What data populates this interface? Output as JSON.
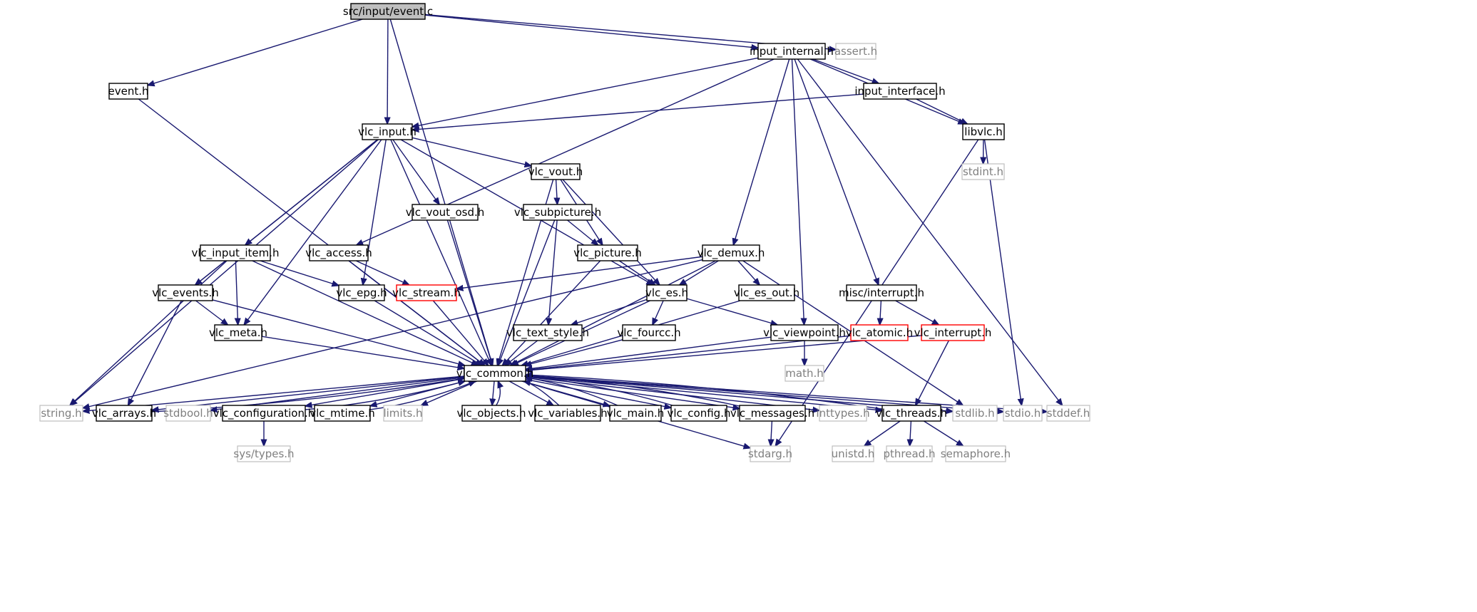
{
  "graph": {
    "root": "src/input/event.c",
    "colors": {
      "edge": "#191970",
      "root_fill": "#bfbfbf",
      "external_border": "#bfbfbf",
      "incomplete_border": "#ff0000"
    },
    "nodes": [
      {
        "id": "event_c",
        "label": "src/input/event.c",
        "style": "root"
      },
      {
        "id": "assert_h",
        "label": "assert.h",
        "style": "grey"
      },
      {
        "id": "input_internal_h",
        "label": "input_internal.h",
        "style": "black"
      },
      {
        "id": "event_h",
        "label": "event.h",
        "style": "black"
      },
      {
        "id": "input_interface_h",
        "label": "input_interface.h",
        "style": "black"
      },
      {
        "id": "vlc_input_h",
        "label": "vlc_input.h",
        "style": "black"
      },
      {
        "id": "libvlc_h",
        "label": "libvlc.h",
        "style": "black"
      },
      {
        "id": "stdint_h",
        "label": "stdint.h",
        "style": "grey"
      },
      {
        "id": "vlc_vout_h",
        "label": "vlc_vout.h",
        "style": "black"
      },
      {
        "id": "vlc_vout_osd_h",
        "label": "vlc_vout_osd.h",
        "style": "black"
      },
      {
        "id": "vlc_subpicture_h",
        "label": "vlc_subpicture.h",
        "style": "black"
      },
      {
        "id": "vlc_input_item_h",
        "label": "vlc_input_item.h",
        "style": "black"
      },
      {
        "id": "vlc_access_h",
        "label": "vlc_access.h",
        "style": "black"
      },
      {
        "id": "vlc_picture_h",
        "label": "vlc_picture.h",
        "style": "black"
      },
      {
        "id": "vlc_demux_h",
        "label": "vlc_demux.h",
        "style": "black"
      },
      {
        "id": "vlc_events_h",
        "label": "vlc_events.h",
        "style": "black"
      },
      {
        "id": "vlc_epg_h",
        "label": "vlc_epg.h",
        "style": "black"
      },
      {
        "id": "vlc_stream_h",
        "label": "vlc_stream.h",
        "style": "red"
      },
      {
        "id": "vlc_es_h",
        "label": "vlc_es.h",
        "style": "black"
      },
      {
        "id": "vlc_es_out_h",
        "label": "vlc_es_out.h",
        "style": "black"
      },
      {
        "id": "misc_interrupt_h",
        "label": "misc/interrupt.h",
        "style": "black"
      },
      {
        "id": "vlc_meta_h",
        "label": "vlc_meta.h",
        "style": "black"
      },
      {
        "id": "vlc_text_style_h",
        "label": "vlc_text_style.h",
        "style": "black"
      },
      {
        "id": "vlc_fourcc_h",
        "label": "vlc_fourcc.h",
        "style": "black"
      },
      {
        "id": "vlc_viewpoint_h",
        "label": "vlc_viewpoint.h",
        "style": "black"
      },
      {
        "id": "vlc_atomic_h",
        "label": "vlc_atomic.h",
        "style": "red"
      },
      {
        "id": "vlc_interrupt_h",
        "label": "vlc_interrupt.h",
        "style": "red"
      },
      {
        "id": "math_h",
        "label": "math.h",
        "style": "grey"
      },
      {
        "id": "vlc_common_h",
        "label": "vlc_common.h",
        "style": "black"
      },
      {
        "id": "string_h",
        "label": "string.h",
        "style": "grey"
      },
      {
        "id": "vlc_arrays_h",
        "label": "vlc_arrays.h",
        "style": "black"
      },
      {
        "id": "stdbool_h",
        "label": "stdbool.h",
        "style": "grey"
      },
      {
        "id": "vlc_configuration_h",
        "label": "vlc_configuration.h",
        "style": "black"
      },
      {
        "id": "vlc_mtime_h",
        "label": "vlc_mtime.h",
        "style": "black"
      },
      {
        "id": "limits_h",
        "label": "limits.h",
        "style": "grey"
      },
      {
        "id": "vlc_objects_h",
        "label": "vlc_objects.h",
        "style": "black"
      },
      {
        "id": "vlc_variables_h",
        "label": "vlc_variables.h",
        "style": "black"
      },
      {
        "id": "vlc_main_h",
        "label": "vlc_main.h",
        "style": "black"
      },
      {
        "id": "vlc_config_h",
        "label": "vlc_config.h",
        "style": "black"
      },
      {
        "id": "vlc_messages_h",
        "label": "vlc_messages.h",
        "style": "black"
      },
      {
        "id": "inttypes_h",
        "label": "inttypes.h",
        "style": "grey"
      },
      {
        "id": "vlc_threads_h",
        "label": "vlc_threads.h",
        "style": "black"
      },
      {
        "id": "stdlib_h",
        "label": "stdlib.h",
        "style": "grey"
      },
      {
        "id": "stdio_h",
        "label": "stdio.h",
        "style": "grey"
      },
      {
        "id": "stddef_h",
        "label": "stddef.h",
        "style": "grey"
      },
      {
        "id": "sys_types_h",
        "label": "sys/types.h",
        "style": "grey"
      },
      {
        "id": "stdarg_h",
        "label": "stdarg.h",
        "style": "grey"
      },
      {
        "id": "unistd_h",
        "label": "unistd.h",
        "style": "grey"
      },
      {
        "id": "pthread_h",
        "label": "pthread.h",
        "style": "grey"
      },
      {
        "id": "semaphore_h",
        "label": "semaphore.h",
        "style": "grey"
      }
    ],
    "edges": [
      [
        "event_c",
        "assert_h"
      ],
      [
        "event_c",
        "input_internal_h"
      ],
      [
        "event_c",
        "event_h"
      ],
      [
        "event_c",
        "vlc_input_h"
      ],
      [
        "event_c",
        "vlc_common_h"
      ],
      [
        "event_h",
        "vlc_common_h"
      ],
      [
        "input_internal_h",
        "vlc_access_h"
      ],
      [
        "input_internal_h",
        "vlc_input_h"
      ],
      [
        "input_internal_h",
        "input_interface_h"
      ],
      [
        "input_internal_h",
        "libvlc_h"
      ],
      [
        "input_internal_h",
        "vlc_demux_h"
      ],
      [
        "input_internal_h",
        "vlc_viewpoint_h"
      ],
      [
        "input_internal_h",
        "misc_interrupt_h"
      ],
      [
        "input_internal_h",
        "stddef_h"
      ],
      [
        "input_interface_h",
        "vlc_input_h"
      ],
      [
        "input_interface_h",
        "libvlc_h"
      ],
      [
        "libvlc_h",
        "stdint_h"
      ],
      [
        "libvlc_h",
        "stdio_h"
      ],
      [
        "libvlc_h",
        "stdarg_h"
      ],
      [
        "vlc_input_h",
        "vlc_vout_h"
      ],
      [
        "vlc_input_h",
        "vlc_vout_osd_h"
      ],
      [
        "vlc_input_h",
        "vlc_input_item_h"
      ],
      [
        "vlc_input_h",
        "vlc_events_h"
      ],
      [
        "vlc_input_h",
        "vlc_epg_h"
      ],
      [
        "vlc_input_h",
        "vlc_meta_h"
      ],
      [
        "vlc_input_h",
        "vlc_es_h"
      ],
      [
        "vlc_input_h",
        "vlc_common_h"
      ],
      [
        "vlc_input_h",
        "string_h"
      ],
      [
        "vlc_vout_h",
        "vlc_subpicture_h"
      ],
      [
        "vlc_vout_h",
        "vlc_picture_h"
      ],
      [
        "vlc_vout_h",
        "vlc_es_h"
      ],
      [
        "vlc_vout_h",
        "vlc_common_h"
      ],
      [
        "vlc_vout_osd_h",
        "vlc_common_h"
      ],
      [
        "vlc_subpicture_h",
        "vlc_picture_h"
      ],
      [
        "vlc_subpicture_h",
        "vlc_text_style_h"
      ],
      [
        "vlc_subpicture_h",
        "vlc_common_h"
      ],
      [
        "vlc_picture_h",
        "vlc_es_h"
      ],
      [
        "vlc_picture_h",
        "vlc_common_h"
      ],
      [
        "vlc_access_h",
        "vlc_stream_h"
      ],
      [
        "vlc_access_h",
        "vlc_common_h"
      ],
      [
        "vlc_stream_h",
        "vlc_common_h"
      ],
      [
        "vlc_input_item_h",
        "vlc_events_h"
      ],
      [
        "vlc_input_item_h",
        "vlc_meta_h"
      ],
      [
        "vlc_input_item_h",
        "vlc_epg_h"
      ],
      [
        "vlc_input_item_h",
        "string_h"
      ],
      [
        "vlc_input_item_h",
        "vlc_common_h"
      ],
      [
        "vlc_events_h",
        "vlc_meta_h"
      ],
      [
        "vlc_events_h",
        "vlc_arrays_h"
      ],
      [
        "vlc_events_h",
        "vlc_common_h"
      ],
      [
        "vlc_epg_h",
        "vlc_common_h"
      ],
      [
        "vlc_meta_h",
        "vlc_common_h"
      ],
      [
        "vlc_demux_h",
        "vlc_stream_h"
      ],
      [
        "vlc_demux_h",
        "vlc_es_h"
      ],
      [
        "vlc_demux_h",
        "vlc_es_out_h"
      ],
      [
        "vlc_demux_h",
        "string_h"
      ],
      [
        "vlc_demux_h",
        "stdlib_h"
      ],
      [
        "vlc_demux_h",
        "vlc_common_h"
      ],
      [
        "vlc_es_h",
        "vlc_text_style_h"
      ],
      [
        "vlc_es_h",
        "vlc_fourcc_h"
      ],
      [
        "vlc_es_h",
        "vlc_viewpoint_h"
      ],
      [
        "vlc_es_h",
        "vlc_common_h"
      ],
      [
        "vlc_es_out_h",
        "vlc_common_h"
      ],
      [
        "vlc_text_style_h",
        "vlc_common_h"
      ],
      [
        "vlc_fourcc_h",
        "vlc_common_h"
      ],
      [
        "vlc_viewpoint_h",
        "math_h"
      ],
      [
        "vlc_viewpoint_h",
        "vlc_common_h"
      ],
      [
        "misc_interrupt_h",
        "vlc_atomic_h"
      ],
      [
        "misc_interrupt_h",
        "vlc_interrupt_h"
      ],
      [
        "vlc_atomic_h",
        "vlc_common_h"
      ],
      [
        "vlc_interrupt_h",
        "vlc_threads_h"
      ],
      [
        "vlc_interrupt_h",
        "vlc_common_h"
      ],
      [
        "vlc_common_h",
        "string_h"
      ],
      [
        "vlc_common_h",
        "vlc_arrays_h"
      ],
      [
        "vlc_common_h",
        "stdbool_h"
      ],
      [
        "vlc_common_h",
        "vlc_configuration_h"
      ],
      [
        "vlc_common_h",
        "vlc_mtime_h"
      ],
      [
        "vlc_common_h",
        "limits_h"
      ],
      [
        "vlc_common_h",
        "vlc_objects_h"
      ],
      [
        "vlc_common_h",
        "vlc_variables_h"
      ],
      [
        "vlc_common_h",
        "vlc_main_h"
      ],
      [
        "vlc_common_h",
        "vlc_config_h"
      ],
      [
        "vlc_common_h",
        "vlc_messages_h"
      ],
      [
        "vlc_common_h",
        "inttypes_h"
      ],
      [
        "vlc_common_h",
        "vlc_threads_h"
      ],
      [
        "vlc_common_h",
        "stdlib_h"
      ],
      [
        "vlc_common_h",
        "stdio_h"
      ],
      [
        "vlc_common_h",
        "stddef_h"
      ],
      [
        "vlc_common_h",
        "stdarg_h"
      ],
      [
        "vlc_arrays_h",
        "vlc_common_h"
      ],
      [
        "vlc_configuration_h",
        "vlc_common_h"
      ],
      [
        "vlc_mtime_h",
        "vlc_common_h"
      ],
      [
        "vlc_objects_h",
        "vlc_common_h"
      ],
      [
        "vlc_variables_h",
        "vlc_common_h"
      ],
      [
        "vlc_main_h",
        "vlc_common_h"
      ],
      [
        "vlc_config_h",
        "vlc_common_h"
      ],
      [
        "vlc_messages_h",
        "vlc_common_h"
      ],
      [
        "vlc_threads_h",
        "vlc_common_h"
      ],
      [
        "vlc_configuration_h",
        "sys_types_h"
      ],
      [
        "vlc_messages_h",
        "stdarg_h"
      ],
      [
        "vlc_threads_h",
        "unistd_h"
      ],
      [
        "vlc_threads_h",
        "pthread_h"
      ],
      [
        "vlc_threads_h",
        "semaphore_h"
      ]
    ]
  }
}
